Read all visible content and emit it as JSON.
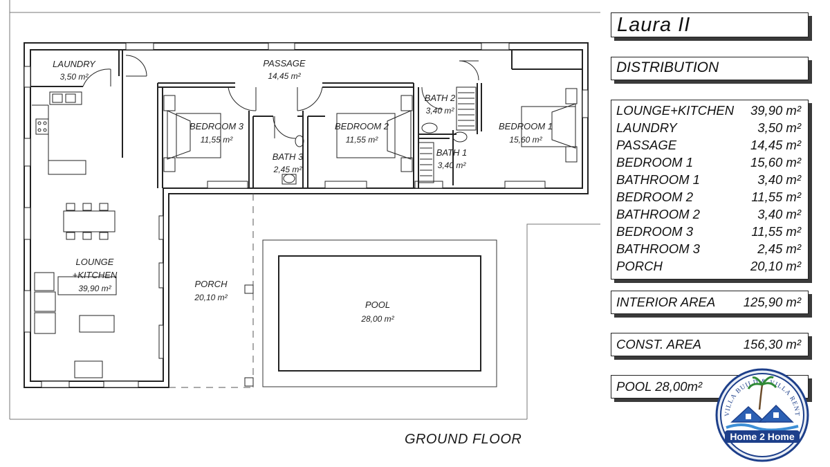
{
  "title": "Laura II",
  "distribution_label": "DISTRIBUTION",
  "areas": [
    {
      "name": "LOUNGE+KITCHEN",
      "value": "39,90 m²"
    },
    {
      "name": "LAUNDRY",
      "value": "3,50 m²"
    },
    {
      "name": "PASSAGE",
      "value": "14,45 m²"
    },
    {
      "name": "BEDROOM 1",
      "value": "15,60 m²"
    },
    {
      "name": "BATHROOM 1",
      "value": "3,40 m²"
    },
    {
      "name": "BEDROOM 2",
      "value": "11,55 m²"
    },
    {
      "name": "BATHROOM 2",
      "value": "3,40 m²"
    },
    {
      "name": "BEDROOM 3",
      "value": "11,55 m²"
    },
    {
      "name": "BATHROOM 3",
      "value": "2,45 m²"
    },
    {
      "name": "PORCH",
      "value": "20,10 m²"
    }
  ],
  "interior": {
    "label": "INTERIOR AREA",
    "value": "125,90 m²"
  },
  "constructed": {
    "label": "CONST. AREA",
    "value": "156,30 m²"
  },
  "pool_summary": "POOL 28,00m²",
  "floor_label": "GROUND FLOOR",
  "plan_rooms": {
    "laundry": {
      "name": "LAUNDRY",
      "area": "3,50 m²"
    },
    "passage": {
      "name": "PASSAGE",
      "area": "14,45 m²"
    },
    "bedroom3": {
      "name": "BEDROOM 3",
      "area": "11,55 m²"
    },
    "bath3": {
      "name": "BATH 3",
      "area": "2,45 m²"
    },
    "bedroom2": {
      "name": "BEDROOM 2",
      "area": "11,55 m²"
    },
    "bath2": {
      "name": "BATH 2",
      "area": "3,40 m²"
    },
    "bath1": {
      "name": "BATH 1",
      "area": "3,40 m²"
    },
    "bedroom1": {
      "name": "BEDROOM 1",
      "area": "15,60 m²"
    },
    "lounge_line1": "LOUNGE",
    "lounge_line2": "+KITCHEN",
    "lounge_area": "39,90 m²",
    "porch": {
      "name": "PORCH",
      "area": "20,10 m²"
    },
    "pool": {
      "name": "POOL",
      "area": "28,00 m²"
    }
  },
  "logo": {
    "arc_text": "VILLA BUILD & VILLA RENT",
    "name": "Home 2 Home"
  }
}
